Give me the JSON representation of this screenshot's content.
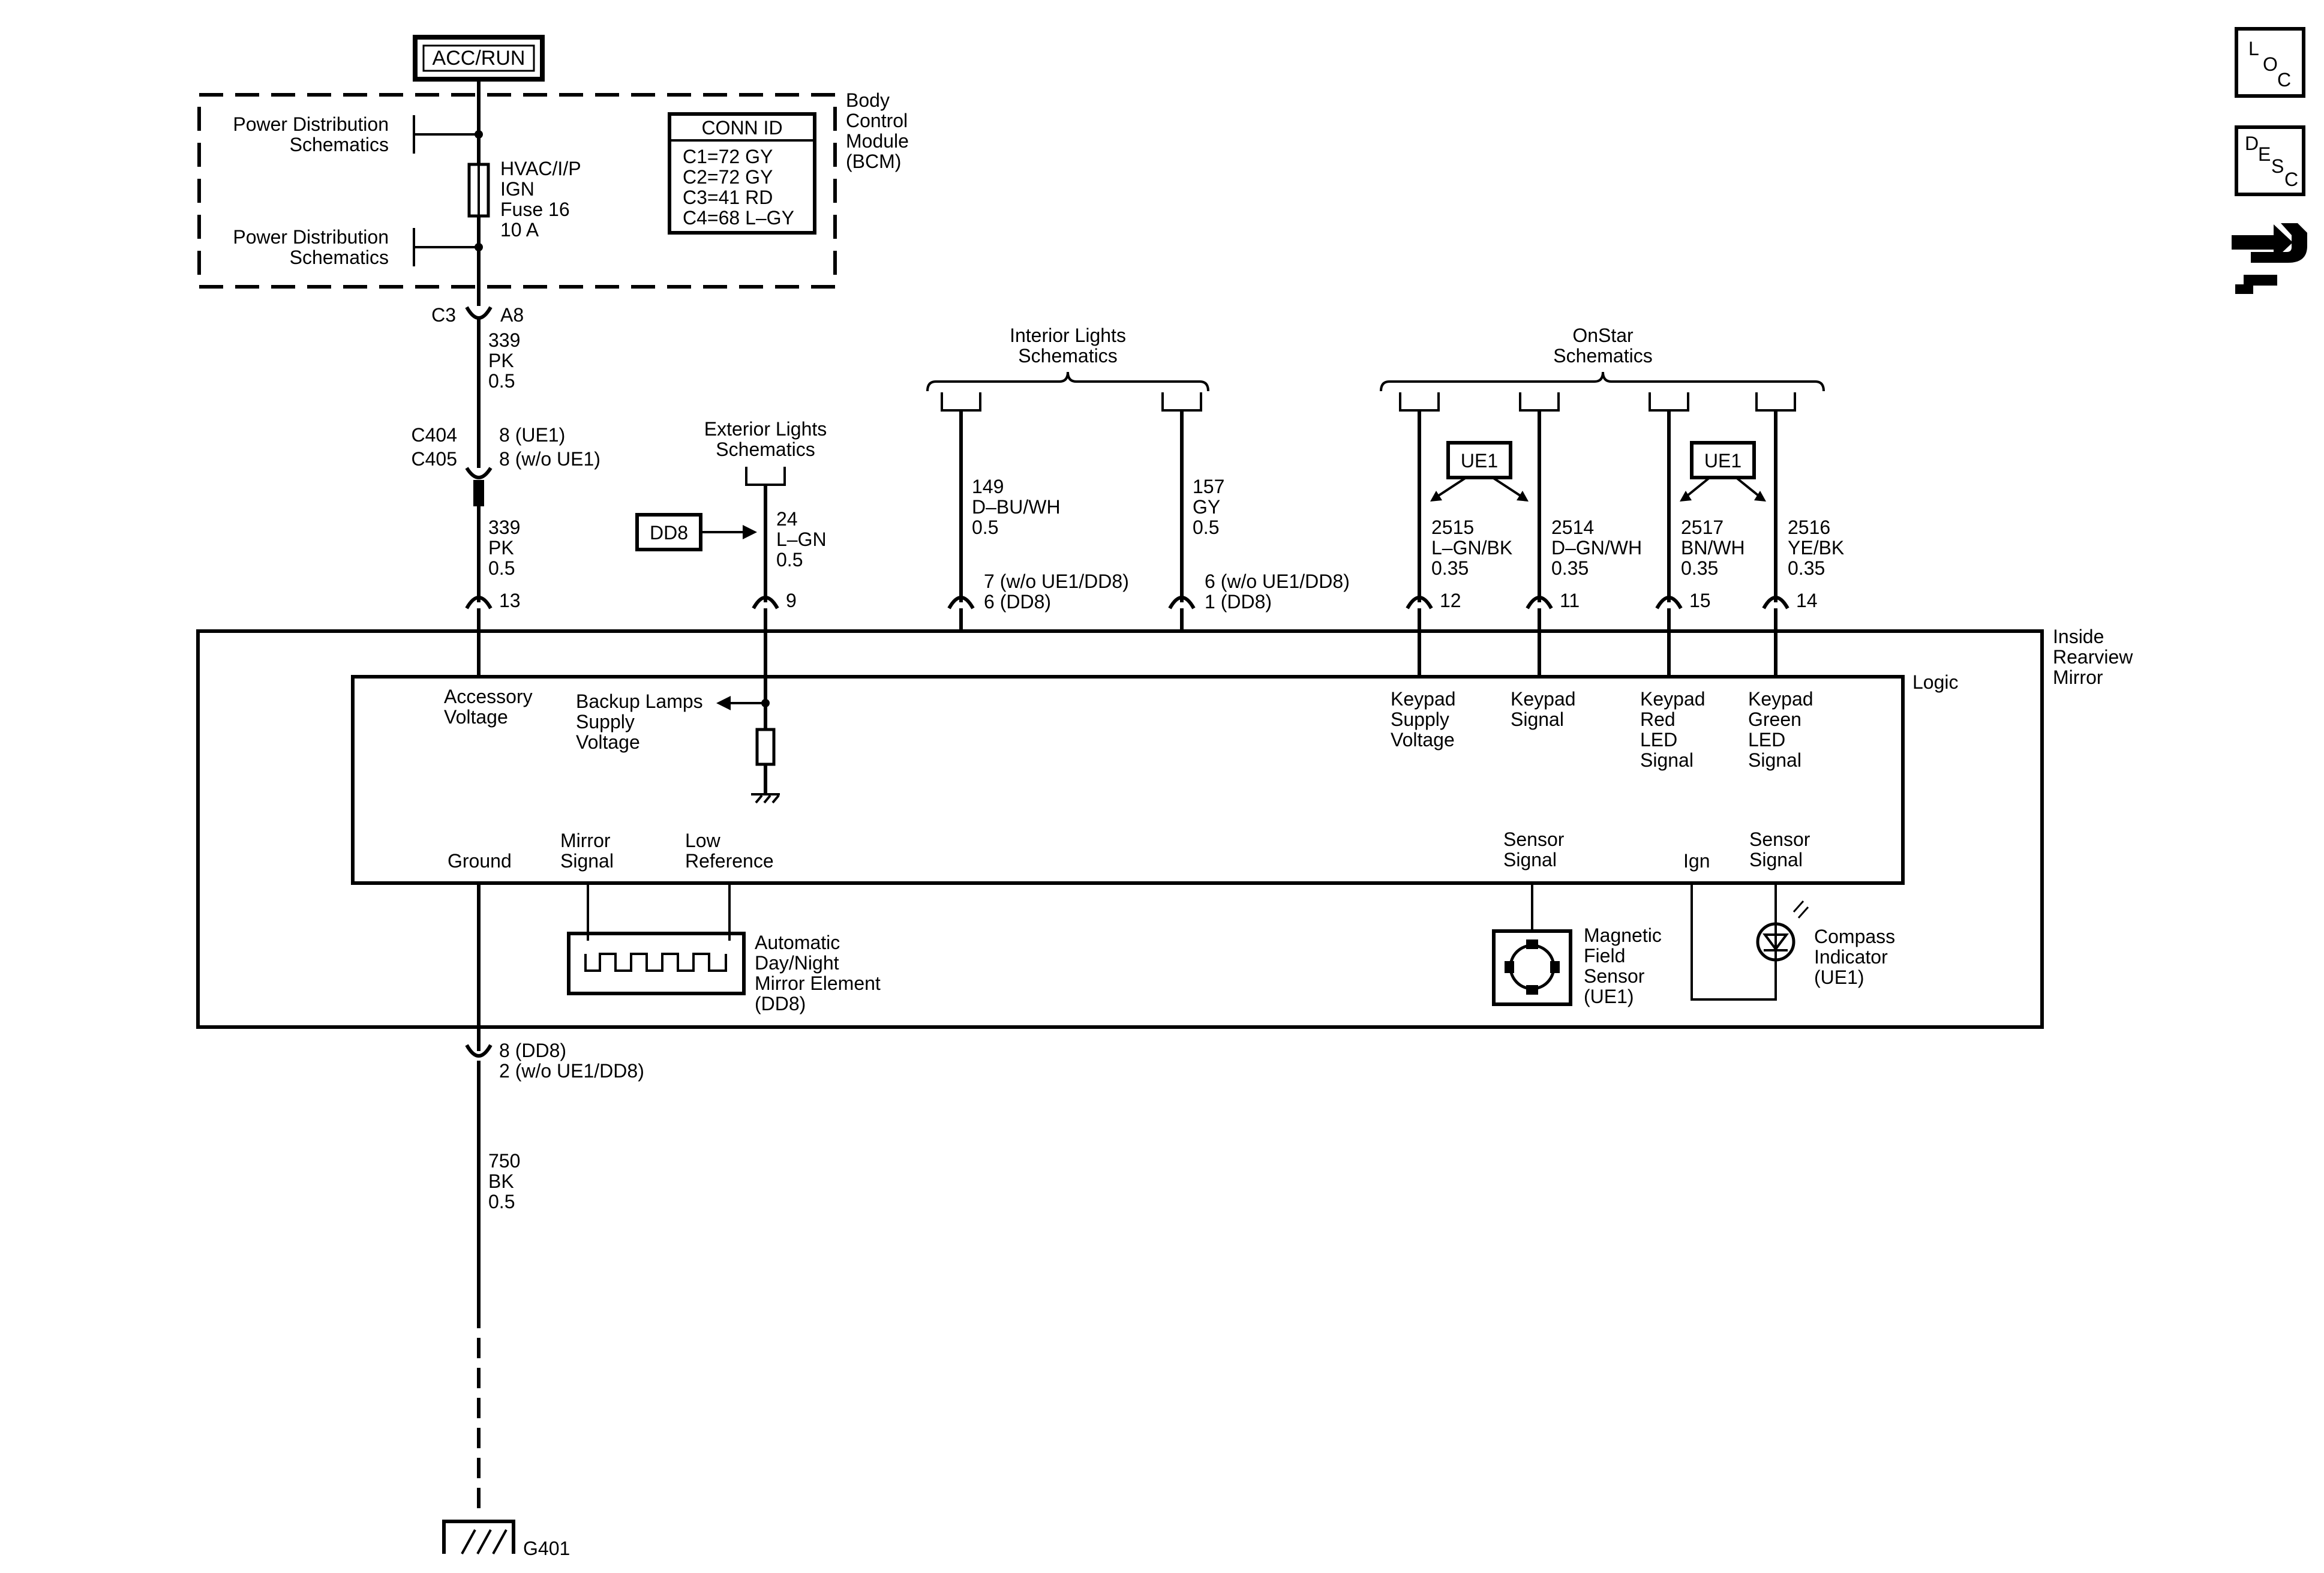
{
  "power": {
    "acc_run": "ACC/RUN",
    "power_dist_1": [
      "Power Distribution",
      "Schematics"
    ],
    "power_dist_2": [
      "Power Distribution",
      "Schematics"
    ],
    "fuse": [
      "HVAC/I/P",
      "IGN",
      "Fuse 16",
      "10 A"
    ],
    "bcm": [
      "Body",
      "Control",
      "Module",
      "(BCM)"
    ]
  },
  "conn_id": {
    "header": "CONN ID",
    "rows": [
      "C1=72 GY",
      "C2=72 GY",
      "C3=41 RD",
      "C4=68 L–GY"
    ]
  },
  "bcm_connector": {
    "conn": "C3",
    "pin": "A8"
  },
  "wire_339_a": [
    "339",
    "PK",
    "0.5"
  ],
  "inline_conn": {
    "c404": "C404",
    "c405": "C405",
    "pin_c404": "8 (UE1)",
    "pin_c405": "8 (w/o UE1)"
  },
  "wire_339_b": [
    "339",
    "PK",
    "0.5"
  ],
  "pin_13": "13",
  "exterior_lights": [
    "Exterior Lights",
    "Schematics"
  ],
  "dd8_tag": "DD8",
  "wire_24": [
    "24",
    "L–GN",
    "0.5"
  ],
  "pin_9": "9",
  "interior_lights": [
    "Interior Lights",
    "Schematics"
  ],
  "wire_149": [
    "149",
    "D–BU/WH",
    "0.5"
  ],
  "pin_149": [
    "7 (w/o UE1/DD8)",
    "6 (DD8)"
  ],
  "wire_157": [
    "157",
    "GY",
    "0.5"
  ],
  "pin_157": [
    "6 (w/o UE1/DD8)",
    "1 (DD8)"
  ],
  "onstar": [
    "OnStar",
    "Schematics"
  ],
  "ue1_tag_1": "UE1",
  "ue1_tag_2": "UE1",
  "wire_2515": [
    "2515",
    "L–GN/BK",
    "0.35"
  ],
  "wire_2514": [
    "2514",
    "D–GN/WH",
    "0.35"
  ],
  "wire_2517": [
    "2517",
    "BN/WH",
    "0.35"
  ],
  "wire_2516": [
    "2516",
    "YE/BK",
    "0.35"
  ],
  "pins_keypad": {
    "p12": "12",
    "p11": "11",
    "p15": "15",
    "p14": "14"
  },
  "mirror": {
    "label": [
      "Inside",
      "Rearview",
      "Mirror"
    ],
    "logic": "Logic",
    "accessory_voltage": [
      "Accessory",
      "Voltage"
    ],
    "backup_lamps": [
      "Backup Lamps",
      "Supply",
      "Voltage"
    ],
    "keypad_supply": [
      "Keypad",
      "Supply",
      "Voltage"
    ],
    "keypad_signal": [
      "Keypad",
      "Signal"
    ],
    "keypad_red": [
      "Keypad",
      "Red",
      "LED",
      "Signal"
    ],
    "keypad_green": [
      "Keypad",
      "Green",
      "LED",
      "Signal"
    ],
    "ground": "Ground",
    "mirror_signal": [
      "Mirror",
      "Signal"
    ],
    "low_reference": [
      "Low",
      "Reference"
    ],
    "sensor_signal_1": [
      "Sensor",
      "Signal"
    ],
    "ign": "Ign",
    "sensor_signal_2": [
      "Sensor",
      "Signal"
    ],
    "auto_mirror": [
      "Automatic",
      "Day/Night",
      "Mirror Element",
      "(DD8)"
    ],
    "mag_sensor": [
      "Magnetic",
      "Field",
      "Sensor",
      "(UE1)"
    ],
    "compass": [
      "Compass",
      "Indicator",
      "(UE1)"
    ]
  },
  "ground_pin": [
    "8 (DD8)",
    "2 (w/o UE1/DD8)"
  ],
  "wire_750": [
    "750",
    "BK",
    "0.5"
  ],
  "ground_id": "G401",
  "side_buttons": {
    "loc": [
      "L",
      "O",
      "C"
    ],
    "desc": [
      "D",
      "E",
      "S",
      "C"
    ]
  }
}
